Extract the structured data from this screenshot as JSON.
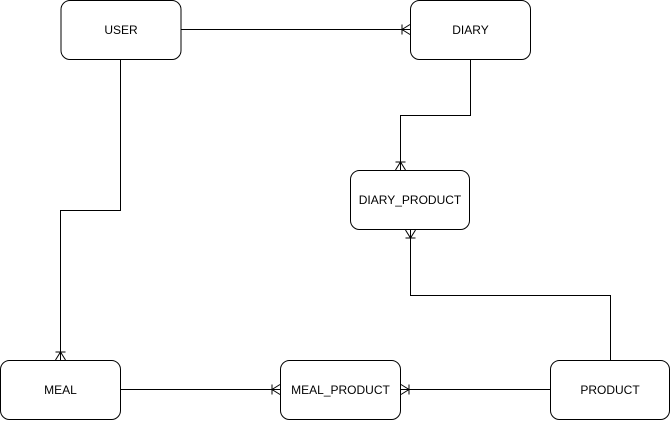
{
  "diagram": {
    "entities": {
      "user": "USER",
      "diary": "DIARY",
      "diary_product": "DIARY_PRODUCT",
      "meal": "MEAL",
      "meal_product": "MEAL_PRODUCT",
      "product": "PRODUCT"
    },
    "relationships": [
      {
        "from": "USER",
        "to": "DIARY",
        "cardinality": "one-to-many"
      },
      {
        "from": "USER",
        "to": "MEAL",
        "cardinality": "one-to-many"
      },
      {
        "from": "DIARY",
        "to": "DIARY_PRODUCT",
        "cardinality": "one-to-many"
      },
      {
        "from": "PRODUCT",
        "to": "DIARY_PRODUCT",
        "cardinality": "one-to-many"
      },
      {
        "from": "MEAL",
        "to": "MEAL_PRODUCT",
        "cardinality": "one-to-many"
      },
      {
        "from": "PRODUCT",
        "to": "MEAL_PRODUCT",
        "cardinality": "one-to-many"
      }
    ],
    "colors": {
      "stroke": "#000000",
      "fill": "#ffffff",
      "background": "#ffffff"
    }
  }
}
